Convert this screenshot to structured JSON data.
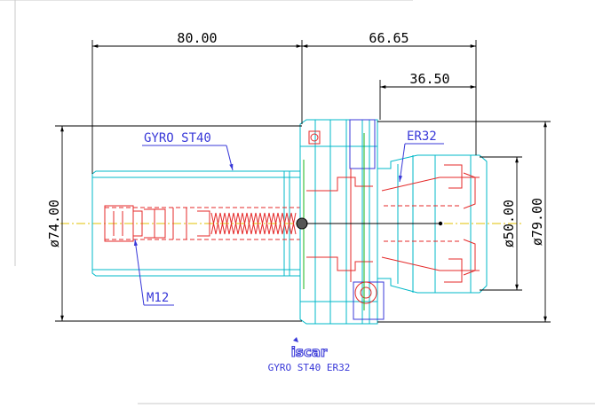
{
  "dimensions": {
    "length_main": "80.00",
    "length_head": "66.65",
    "length_nose": "36.50",
    "diameter_shank": "ø74.00",
    "diameter_nose": "ø50.00",
    "diameter_flange": "ø79.00"
  },
  "labels": {
    "shank": "GYRO ST40",
    "collet": "ER32",
    "thread": "M12"
  },
  "logo_text": "iscar",
  "caption": "GYRO ST40 ER32",
  "colors": {
    "geometry": "#00b8c8",
    "hidden": "#e52a2a",
    "dimension": "#000000",
    "callout": "#3838d8",
    "centerline": "#e0c000",
    "accent": "#18b418"
  }
}
